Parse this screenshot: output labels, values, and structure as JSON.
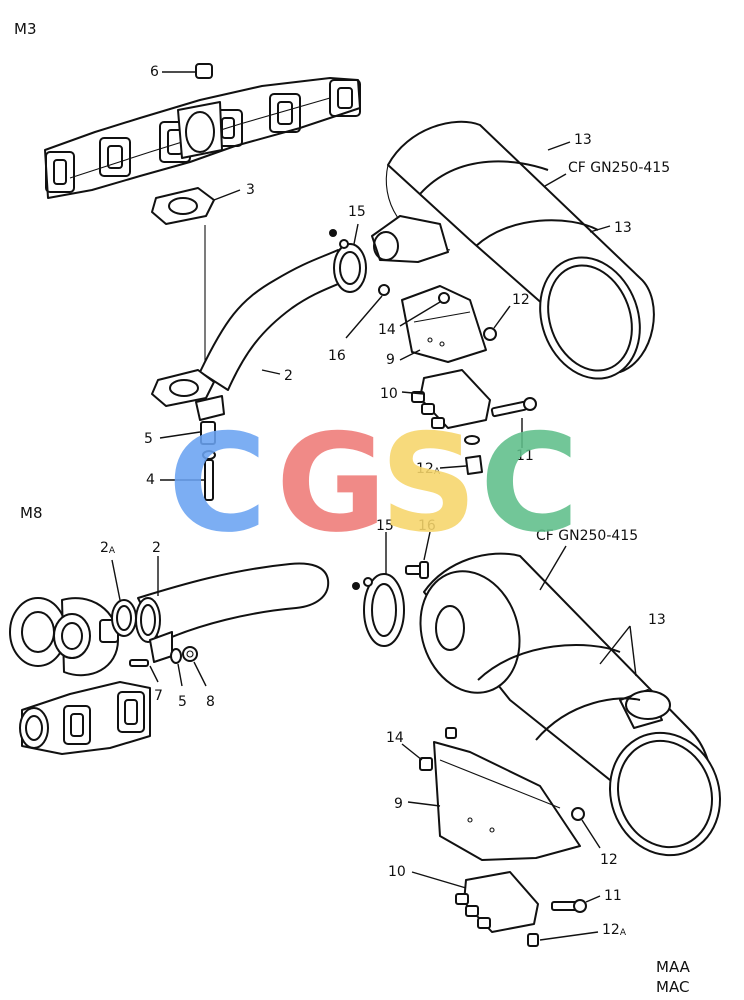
{
  "sections": {
    "top": "M3",
    "bottom": "M8"
  },
  "references": {
    "top": "CF GN250-415",
    "bottom": "CF GN250-415"
  },
  "footer": {
    "line1": "MAA",
    "line2": "MAC"
  },
  "watermark": {
    "letters": [
      "C",
      "G",
      "S",
      "C"
    ],
    "colors": [
      "#6aa3f2",
      "#ef7b77",
      "#f6d56a",
      "#5fbf8a"
    ]
  },
  "callouts_top": {
    "p6": "6",
    "p3": "3",
    "p13a": "13",
    "p13b": "13",
    "p15": "15",
    "p12": "12",
    "p14": "14",
    "p16": "16",
    "p9": "9",
    "p2": "2",
    "p10": "10",
    "p11": "11",
    "p5": "5",
    "p12a": "12",
    "p12a_sub": "A",
    "p4": "4"
  },
  "callouts_bottom": {
    "p2a": "2",
    "p2a_sub": "A",
    "p2": "2",
    "p15": "15",
    "p16": "16",
    "p13": "13",
    "p7": "7",
    "p5": "5",
    "p8": "8",
    "p14": "14",
    "p9": "9",
    "p12": "12",
    "p10": "10",
    "p11": "11",
    "p12a": "12",
    "p12a_sub": "A"
  }
}
